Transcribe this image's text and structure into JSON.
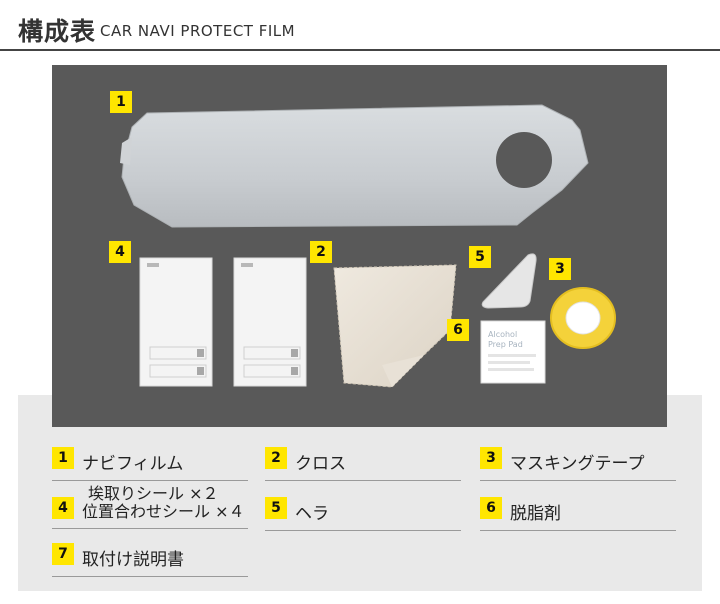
{
  "header": {
    "title": "構成表",
    "subtitle": "CAR NAVI PROTECT FILM"
  },
  "photo": {
    "badges": [
      "1",
      "4",
      "2",
      "5",
      "3",
      "6"
    ],
    "pad_text_1": "Alcohol",
    "pad_text_2": "Prep Pad"
  },
  "legend": {
    "items": [
      {
        "num": "1",
        "label": "ナビフィルム"
      },
      {
        "num": "2",
        "label": "クロス"
      },
      {
        "num": "3",
        "label": "マスキングテープ"
      },
      {
        "num": "4",
        "label_line1": "埃取りシール ×２",
        "label_line2": "位置合わせシール ×４"
      },
      {
        "num": "5",
        "label": "ヘラ"
      },
      {
        "num": "6",
        "label": "脱脂剤"
      },
      {
        "num": "7",
        "label": "取付け説明書"
      }
    ]
  },
  "colors": {
    "badge": "#ffe600",
    "photo_bg": "#595959",
    "band": "#e9e9e9",
    "tape": "#f4d23a"
  }
}
